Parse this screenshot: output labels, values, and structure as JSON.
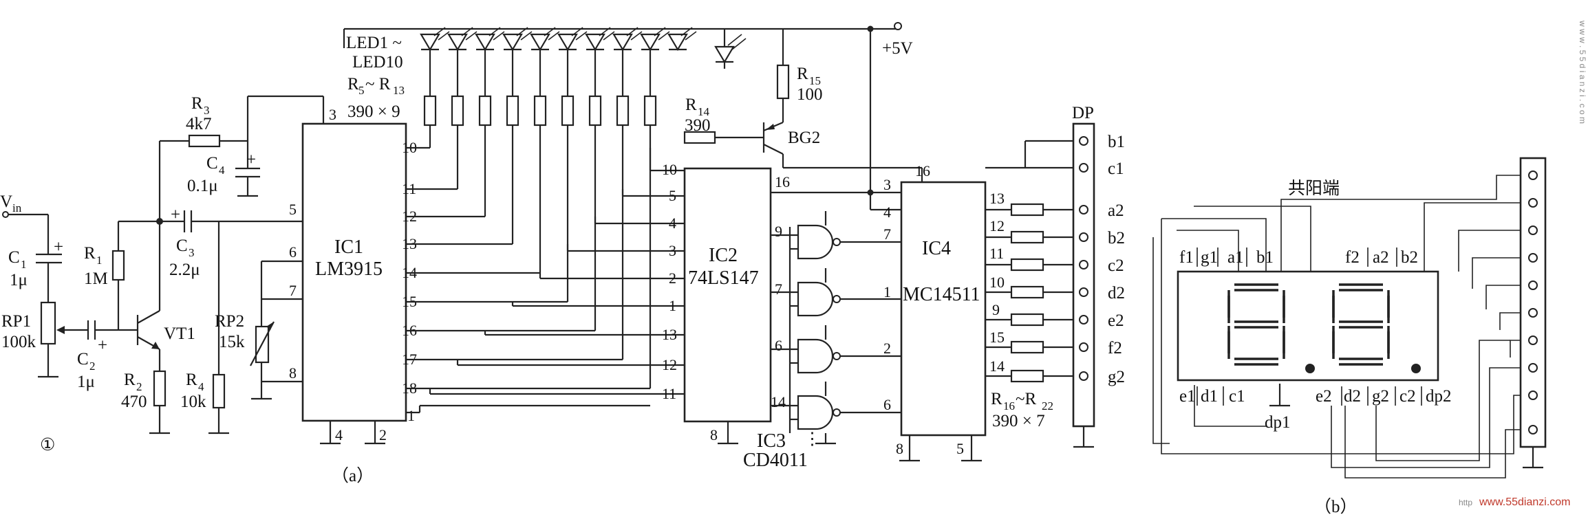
{
  "figure": {
    "number": "①",
    "caption_a": "（a）",
    "caption_b": "（b）"
  },
  "labels": {
    "vin": "V",
    "vin_sub": "in",
    "c1": "C",
    "c1_sub": "1",
    "c1_val": "1μ",
    "rp1": "RP1",
    "rp1_val": "100k",
    "c2": "C",
    "c2_sub": "2",
    "c2_val": "1μ",
    "r1": "R",
    "r1_sub": "1",
    "r1_val": "1M",
    "vt1": "VT1",
    "r2": "R",
    "r2_sub": "2",
    "r2_val": "470",
    "r3": "R",
    "r3_sub": "3",
    "r3_val": "4k7",
    "c3": "C",
    "c3_sub": "3",
    "c3_val": "2.2μ",
    "c4": "C",
    "c4_sub": "4",
    "c4_val": "0.1μ",
    "rp2": "RP2",
    "rp2_val": "15k",
    "r4": "R",
    "r4_sub": "4",
    "r4_val": "10k",
    "leds": "LED1 ~",
    "leds2": "LED10",
    "r5_13": "R",
    "r5_13_sub": "5",
    "r5_13_tilde": "~ R",
    "r5_13_sub2": "13",
    "r5_13_val": "390 × 9",
    "r14": "R",
    "r14_sub": "14",
    "r14_val": "390",
    "r15": "R",
    "r15_sub": "15",
    "r15_val": "100",
    "bg2": "BG2",
    "vcc": "+5V",
    "r16_22": "R",
    "r16_22_sub": "16",
    "r16_22_tilde": "~R",
    "r16_22_sub2": "22",
    "r16_22_val": "390 × 7",
    "dp": "DP"
  },
  "ics": {
    "ic1_name": "IC1",
    "ic1_part": "LM3915",
    "ic2_name": "IC2",
    "ic2_part": "74LS147",
    "ic3_name": "IC3",
    "ic3_part": "CD4011",
    "ic4_name": "IC4",
    "ic4_part": "MC14511"
  },
  "connector_labels": [
    "b1",
    "c1",
    "a2",
    "b2",
    "c2",
    "d2",
    "e2",
    "f2",
    "g2"
  ],
  "display": {
    "common": "共阳端",
    "top_left": [
      "f1",
      "g1",
      "a1",
      "b1"
    ],
    "top_right": [
      "f2",
      "a2",
      "b2"
    ],
    "bottom_left": [
      "e1",
      "d1",
      "c1"
    ],
    "dp1": "dp1",
    "bottom_right": [
      "e2",
      "d2",
      "g2",
      "c2",
      "dp2"
    ]
  },
  "pins": {
    "ic1_left": [
      "5",
      "6",
      "7",
      "8"
    ],
    "ic1_top": "3",
    "ic1_right": [
      "10",
      "11",
      "12",
      "13",
      "14",
      "15",
      "16",
      "17",
      "18",
      "1"
    ],
    "ic1_bottom": [
      "4",
      "2"
    ],
    "ic2_left": [
      "10",
      "5",
      "4",
      "3",
      "2",
      "1",
      "13",
      "12",
      "11"
    ],
    "ic2_top_right": "16",
    "ic2_right": [
      "9",
      "7",
      "6",
      "14"
    ],
    "ic2_bottom": "8",
    "ic4_top": "16",
    "ic4_left": [
      "3",
      "4",
      "7",
      "1",
      "2",
      "6"
    ],
    "ic4_right": [
      "13",
      "12",
      "11",
      "10",
      "9",
      "15",
      "14"
    ],
    "ic4_bottom": [
      "8",
      "5"
    ]
  },
  "watermark": {
    "prefix": "http",
    "site": "www.55dianzi.com",
    "side": "w w w . 5 5 d i a n z i . c o m"
  }
}
